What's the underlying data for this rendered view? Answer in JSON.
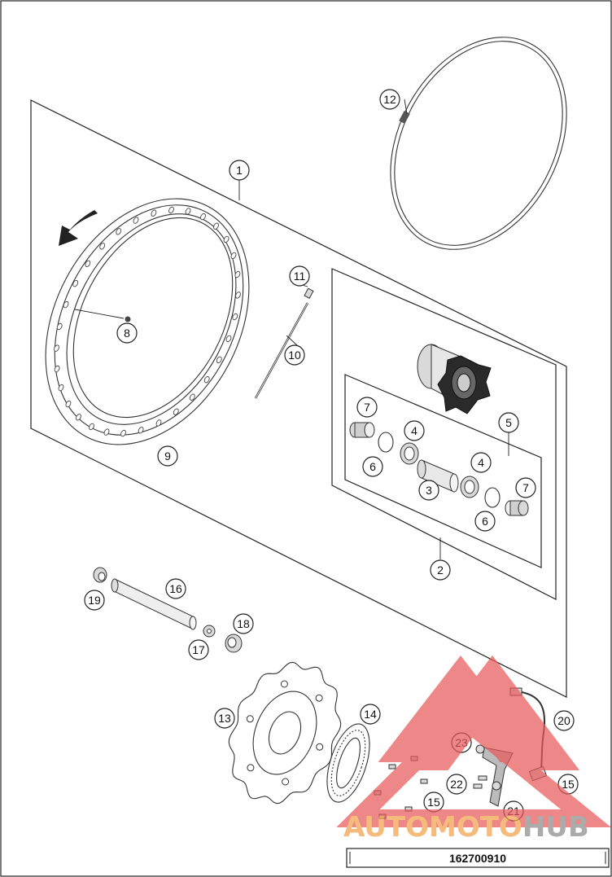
{
  "diagram_id": "162700910",
  "watermark": {
    "part1": "AUTO",
    "part2": "MOTO",
    "part3": "HUB",
    "colors": {
      "orange": "#f2a24a",
      "red": "#e64a4a",
      "gray": "#8b8b8b"
    }
  },
  "callouts": [
    {
      "id": "c1",
      "label": "1"
    },
    {
      "id": "c2",
      "label": "2"
    },
    {
      "id": "c3",
      "label": "3"
    },
    {
      "id": "c4a",
      "label": "4"
    },
    {
      "id": "c4b",
      "label": "4"
    },
    {
      "id": "c5",
      "label": "5"
    },
    {
      "id": "c6a",
      "label": "6"
    },
    {
      "id": "c6b",
      "label": "6"
    },
    {
      "id": "c7a",
      "label": "7"
    },
    {
      "id": "c7b",
      "label": "7"
    },
    {
      "id": "c8",
      "label": "8"
    },
    {
      "id": "c9",
      "label": "9"
    },
    {
      "id": "c10",
      "label": "10"
    },
    {
      "id": "c11",
      "label": "11"
    },
    {
      "id": "c12",
      "label": "12"
    },
    {
      "id": "c13",
      "label": "13"
    },
    {
      "id": "c14",
      "label": "14"
    },
    {
      "id": "c15a",
      "label": "15"
    },
    {
      "id": "c15b",
      "label": "15"
    },
    {
      "id": "c16",
      "label": "16"
    },
    {
      "id": "c17",
      "label": "17"
    },
    {
      "id": "c18",
      "label": "18"
    },
    {
      "id": "c19",
      "label": "19"
    },
    {
      "id": "c20",
      "label": "20"
    },
    {
      "id": "c21",
      "label": "21"
    },
    {
      "id": "c22",
      "label": "22"
    },
    {
      "id": "c23",
      "label": "23"
    }
  ]
}
